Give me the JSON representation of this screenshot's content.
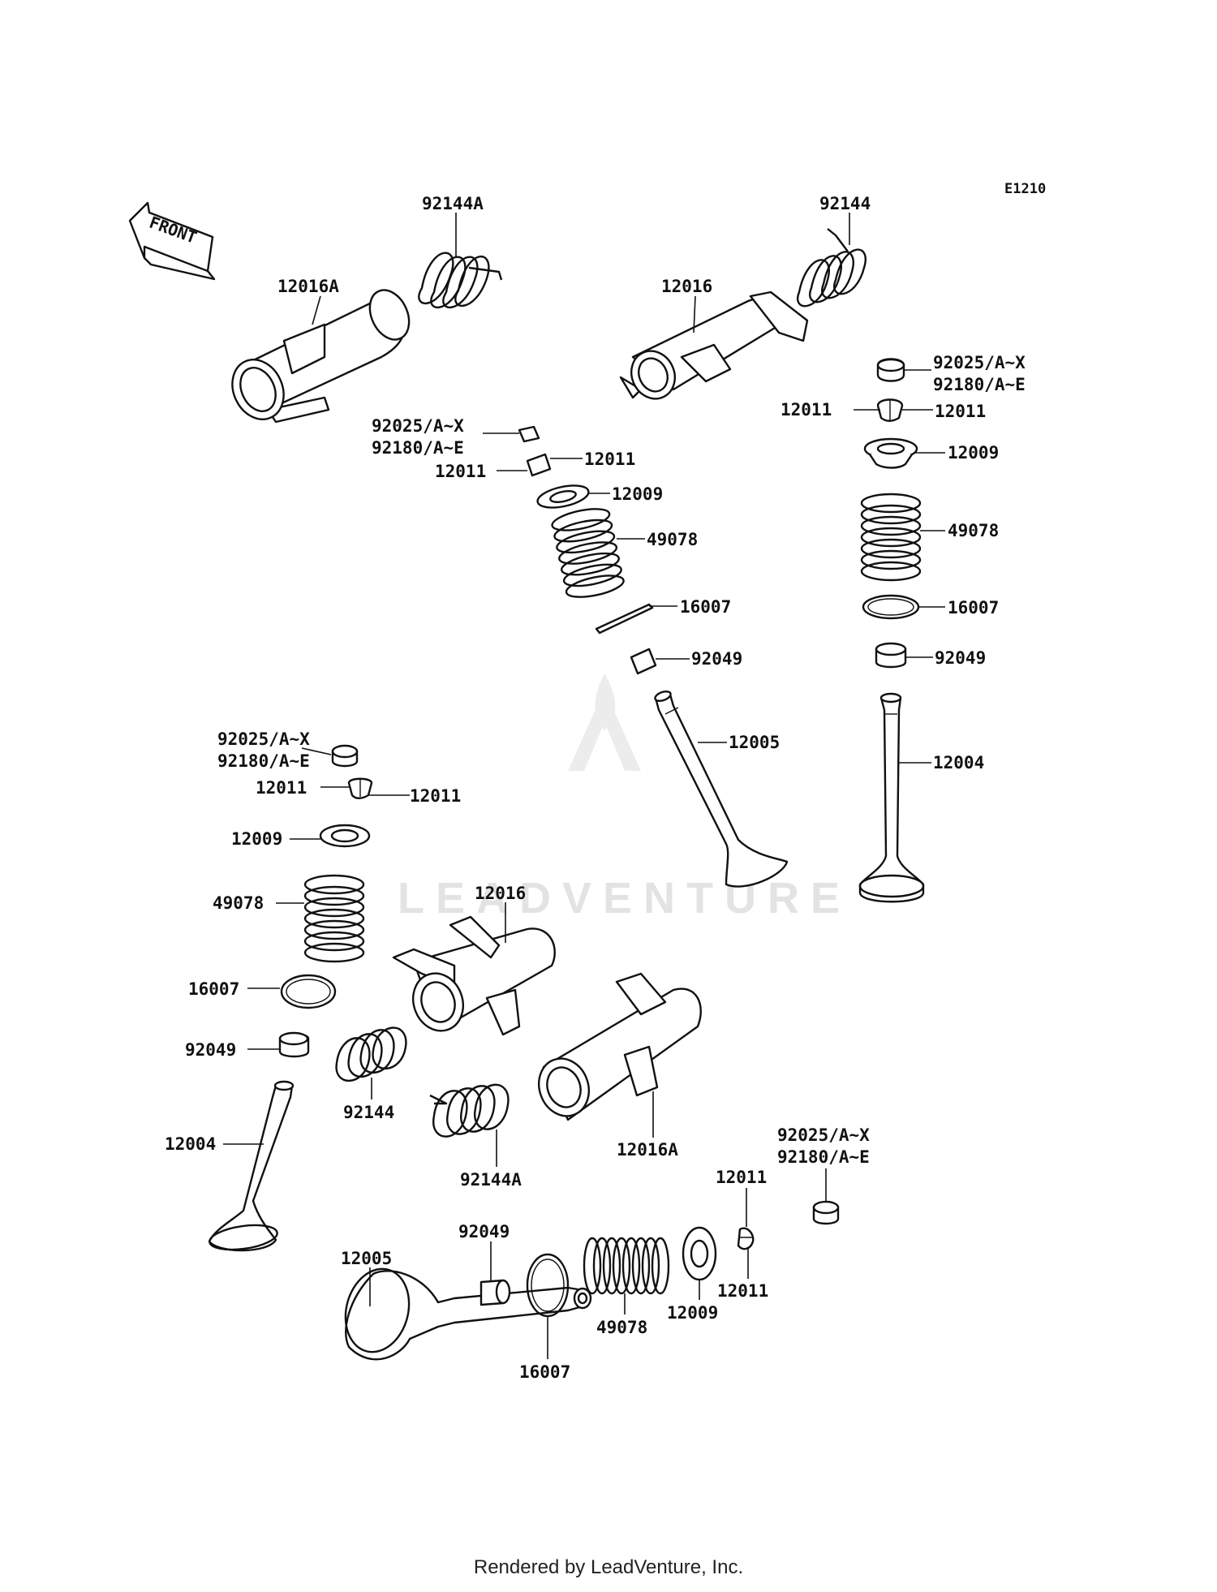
{
  "diagram": {
    "code": "E1210",
    "front_label": "FRONT",
    "watermark": "LEADVENTURE",
    "footer": "Rendered by LeadVenture, Inc."
  },
  "labels": {
    "l_92144A_top": "92144A",
    "l_12016A_top": "12016A",
    "l_92144_top": "92144",
    "l_12016_top": "12016",
    "l_r_92025": "92025/A~X",
    "l_r_92180": "92180/A~E",
    "l_r_12011a": "12011",
    "l_r_12011b": "12011",
    "l_r_12009": "12009",
    "l_r_49078": "49078",
    "l_r_16007": "16007",
    "l_r_92049": "92049",
    "l_r_12004": "12004",
    "l_c_92025": "92025/A~X",
    "l_c_92180": "92180/A~E",
    "l_c_12011a": "12011",
    "l_c_12011b": "12011",
    "l_c_12009": "12009",
    "l_c_49078": "49078",
    "l_c_16007": "16007",
    "l_c_92049": "92049",
    "l_c_12005": "12005",
    "l_l_92025": "92025/A~X",
    "l_l_92180": "92180/A~E",
    "l_l_12011a": "12011",
    "l_l_12011b": "12011",
    "l_l_12009": "12009",
    "l_l_49078": "49078",
    "l_l_16007": "16007",
    "l_l_92049": "92049",
    "l_l_12004": "12004",
    "l_m_12016": "12016",
    "l_m_92144": "92144",
    "l_m_92144A": "92144A",
    "l_m_12016A": "12016A",
    "l_b_92025": "92025/A~X",
    "l_b_92180": "92180/A~E",
    "l_b_12011a": "12011",
    "l_b_12011b": "12011",
    "l_b_12009": "12009",
    "l_b_49078": "49078",
    "l_b_16007": "16007",
    "l_b_92049": "92049",
    "l_b_12005": "12005"
  }
}
